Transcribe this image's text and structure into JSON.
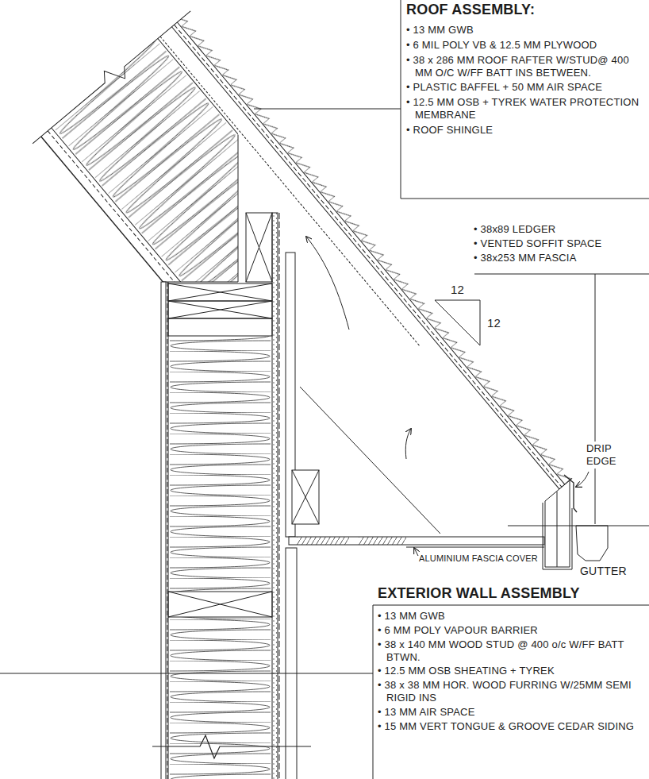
{
  "diagram": {
    "labels": [
      "ROOF ASSEMBLY:",
      "• 13 MM GWB",
      "• 6 MIL POLY VB & 12.5 MM PLYWOOD",
      "• 38 x 286 MM ROOF RAFTER W/STUD@ 400 MM O/C W/FF BATT INS BETWEEN.",
      "• PLASTIC BAFFEL + 50 MM AIR SPACE",
      "• 12.5 MM OSB + TYREK WATER PROTECTION MEMBRANE",
      "• ROOF SHINGLE",
      "• 38x89 LEDGER",
      "• VENTED SOFFIT SPACE",
      "• 38x253 MM FASCIA",
      "12",
      "12",
      "DRIP EDGE",
      "ALUMINIUM FASCIA COVER",
      "GUTTER",
      "EXTERIOR WALL ASSEMBLY",
      "• 13 MM GWB",
      "• 6 MM POLY VAPOUR BARRIER",
      "• 38 x 140 MM WOOD STUD @ 400 o/c W/FF BATT BTWN.",
      "• 12.5 MM OSB SHEATING + TYREK",
      "• 38 x 38 MM HOR. WOOD FURRING W/25MM SEMI RIGID INS",
      "• 13 MM AIR SPACE",
      "• 15 MM VERT TONGUE & GROOVE CEDAR SIDING"
    ]
  }
}
